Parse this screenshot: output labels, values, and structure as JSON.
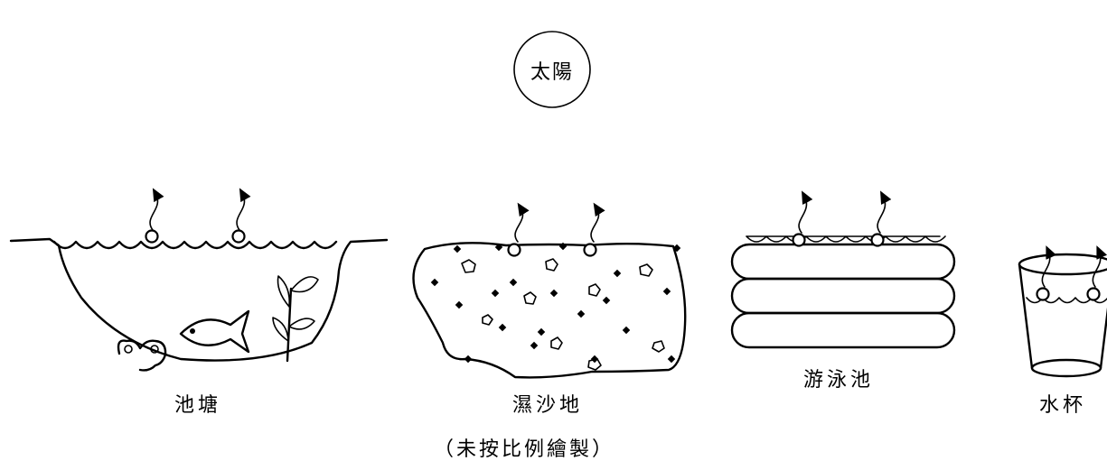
{
  "sun": {
    "label": "太陽"
  },
  "scenes": {
    "pond": {
      "label": "池塘"
    },
    "wet_sand": {
      "label": "濕沙地"
    },
    "pool": {
      "label": "游泳池"
    },
    "cup": {
      "label": "水杯"
    }
  },
  "note": "（未按比例繪製）"
}
